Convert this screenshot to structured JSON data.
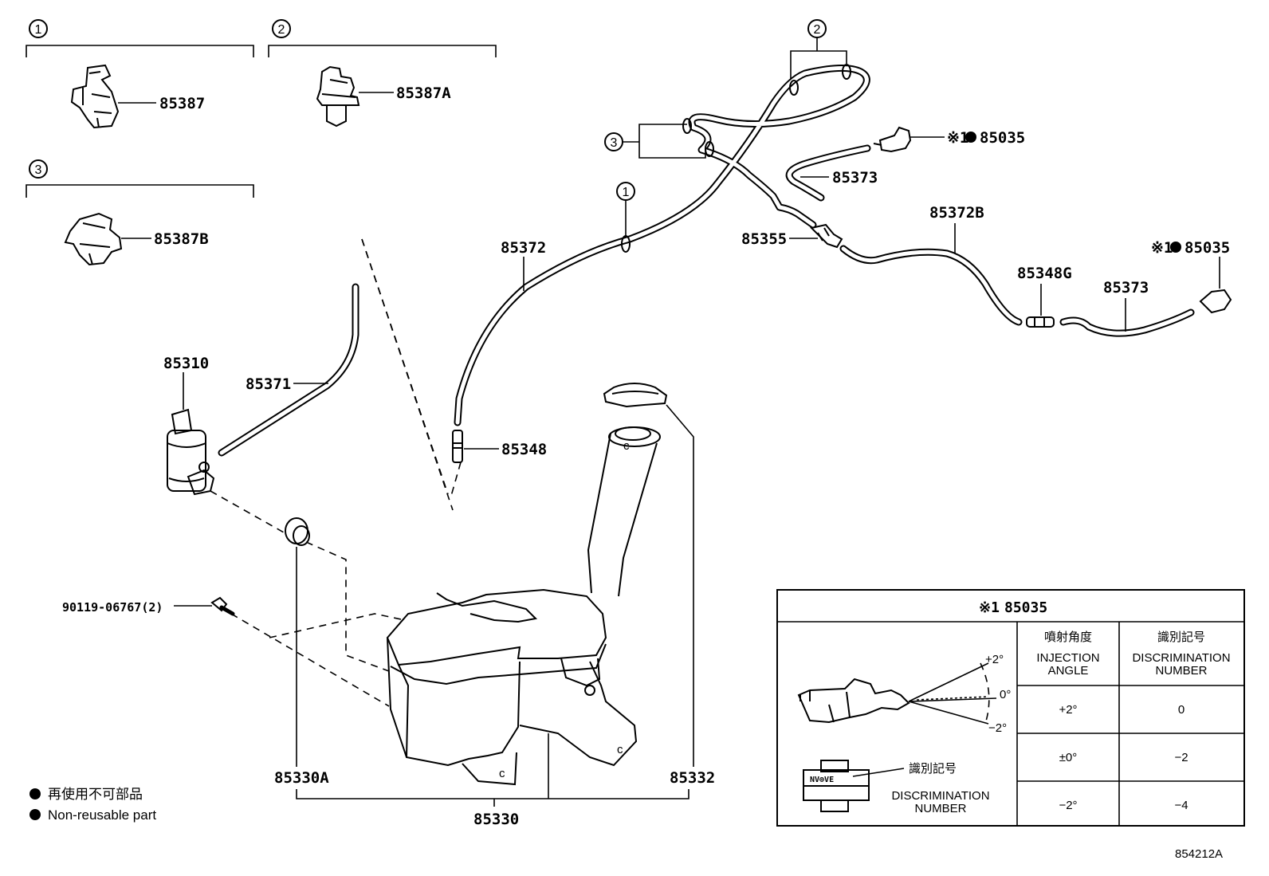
{
  "diagram": {
    "callouts": {
      "c1": "1",
      "c2": "2",
      "c3": "3"
    },
    "parts": {
      "p85387": "85387",
      "p85387A": "85387A",
      "p85387B": "85387B",
      "p85310": "85310",
      "p85371": "85371",
      "p85372": "85372",
      "p85348": "85348",
      "p85035a": "85035",
      "p85035b": "85035",
      "p85373a": "85373",
      "p85373b": "85373",
      "p85355": "85355",
      "p85372B": "85372B",
      "p85348G": "85348G",
      "p90119": "90119-06767(2)",
      "p85330A": "85330A",
      "p85330": "85330",
      "p85332": "85332"
    },
    "nozzle_prefix": "※1",
    "legend": {
      "line1_jp": "再使用不可部品",
      "line2_en": "Non-reusable part"
    },
    "table": {
      "title_prefix": "※1",
      "title_part": "85035",
      "col1_jp": "噴射角度",
      "col1_en_1": "INJECTION",
      "col1_en_2": "ANGLE",
      "col2_jp": "識別記号",
      "col2_en_1": "DISCRIMINATION",
      "col2_en_2": "NUMBER",
      "rows": [
        {
          "angle": "+2°",
          "number": "0"
        },
        {
          "angle": "±0°",
          "number": "−2"
        },
        {
          "angle": "−2°",
          "number": "−4"
        }
      ],
      "angle_marks": {
        "plus": "+2°",
        "zero": "0°",
        "minus": "−2°"
      },
      "disc_jp": "識別記号",
      "disc_en_1": "DISCRIMINATION",
      "disc_en_2": "NUMBER",
      "marking": "NV⊕VE"
    },
    "figure_id": "854212A"
  }
}
